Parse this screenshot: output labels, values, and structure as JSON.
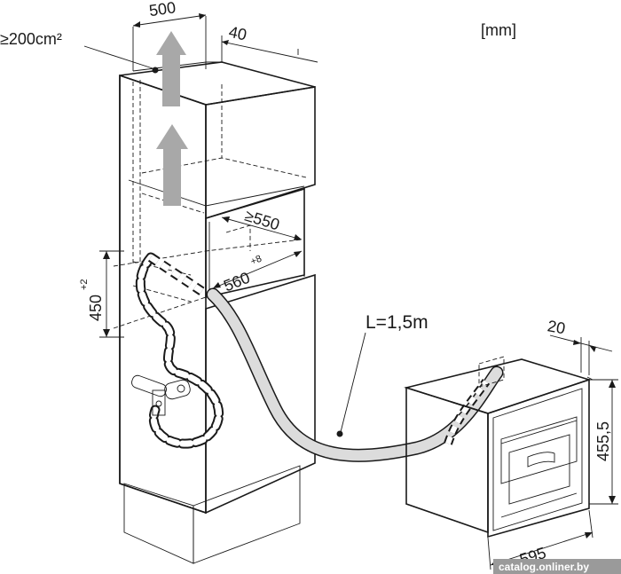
{
  "labels": {
    "units": "[mm]",
    "vent_area": "≥200cm²",
    "width_top": "500",
    "depth_top": "40",
    "depth_min": "≥550",
    "niche_width": "560",
    "niche_width_tol": "+8",
    "niche_height": "450",
    "niche_height_tol": "+2",
    "hose_length": "L=1,5m",
    "appliance_offset": "20",
    "appliance_height": "455,5",
    "appliance_width": "595"
  },
  "watermark": "catalog.onliner.by",
  "colors": {
    "line": "#1a1a1a",
    "panel": "#f0f0f0",
    "arrow": "#a8a8a8",
    "hose": "#dcdcdc"
  }
}
